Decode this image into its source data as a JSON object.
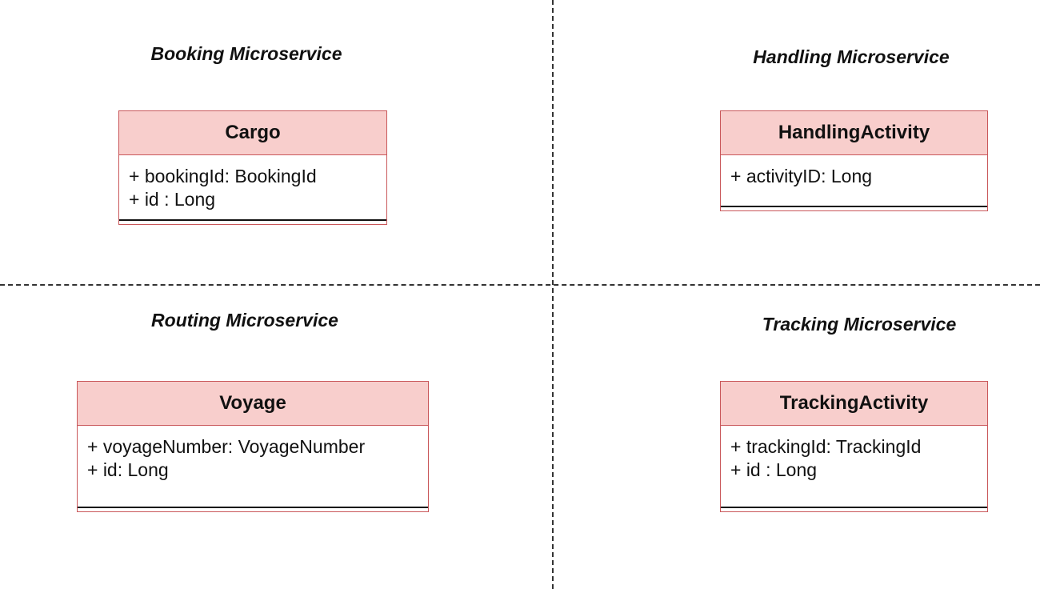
{
  "quadrants": {
    "booking": {
      "title": "Booking Microservice",
      "class_name": "Cargo",
      "attributes": [
        "+ bookingId: BookingId",
        "+ id : Long"
      ]
    },
    "handling": {
      "title": "Handling Microservice",
      "class_name": "HandlingActivity",
      "attributes": [
        "+ activityID: Long"
      ]
    },
    "routing": {
      "title": "Routing Microservice",
      "class_name": "Voyage",
      "attributes": [
        "+ voyageNumber: VoyageNumber",
        "+ id: Long"
      ]
    },
    "tracking": {
      "title": "Tracking Microservice",
      "class_name": "TrackingActivity",
      "attributes": [
        "+ trackingId: TrackingId",
        "+ id : Long"
      ]
    }
  },
  "colors": {
    "header_fill": "#f8cecc",
    "border": "#c9575a",
    "divider": "#333333"
  }
}
